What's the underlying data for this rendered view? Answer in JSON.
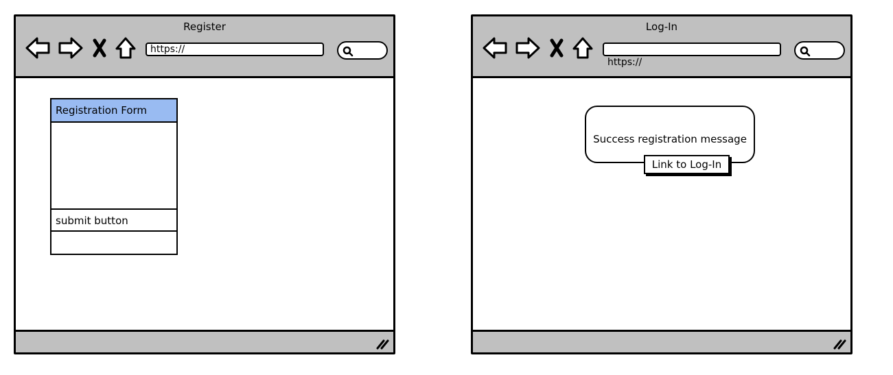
{
  "register_window": {
    "title": "Register",
    "url": "https://",
    "form": {
      "header": "Registration Form",
      "submit_label": "submit button"
    }
  },
  "login_window": {
    "title": "Log-In",
    "url": "https://",
    "message": "Success registration message",
    "link_label": "Link to Log-In"
  },
  "icons": {
    "back": "arrow-left-icon",
    "forward": "arrow-right-icon",
    "stop": "close-icon",
    "home": "home-icon",
    "search": "search-icon",
    "resize": "resize-grip-icon"
  },
  "colors": {
    "chrome": "#c0c0c0",
    "form_header": "#99bbf2"
  }
}
